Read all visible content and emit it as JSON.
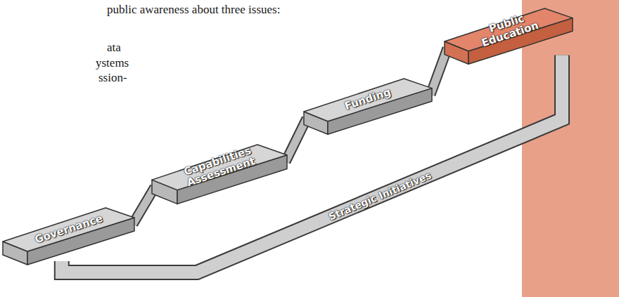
{
  "diagram": {
    "nodes": [
      {
        "text": [
          "Governance"
        ]
      },
      {
        "text": [
          "Capabilities Assessment"
        ]
      },
      {
        "text": [
          "Funding"
        ]
      },
      {
        "text": [
          "Public Education"
        ]
      }
    ],
    "edges": [
      {
        "from": 0,
        "to": 1,
        "arrow": "none"
      },
      {
        "from": 1,
        "to": 2,
        "arrow": "none"
      },
      {
        "from": 2,
        "to": 3,
        "arrow": "none"
      },
      {
        "from": 3,
        "to": 0,
        "arrow": "none",
        "label": "Strategic Initiatives"
      }
    ],
    "labels": [
      "public awareness about three issues:",
      "ata",
      "ystems",
      "ssion-"
    ]
  }
}
